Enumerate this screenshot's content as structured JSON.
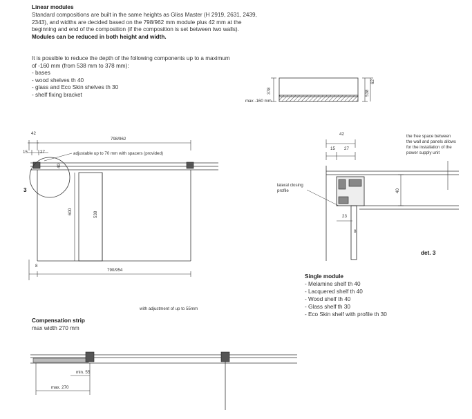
{
  "intro": {
    "heading": "Linear modules",
    "line1": "Standard compositions are built in the same heights as Gliss Master (H 2919, 2631, 2439,",
    "line2": "2343), and widths are decided based on the 798/962 mm module plus 42 mm at the",
    "line3": "beginning and end of the composition (if the composition is set between two walls).",
    "bold": "Modules can be reduced in both height and width.",
    "depth1": "It is possible to reduce the depth of the following components up to a maximum",
    "depth2": "of -160 mm (from 538 mm to 378 mm):",
    "items": [
      "- bases",
      "- wood shelves th 40",
      "- glass and Eco Skin shelves th 30",
      "- shelf fixing bracket"
    ]
  },
  "shelf_detail": {
    "dim_378": "378",
    "dim_538": "538",
    "dim_62": "62",
    "max_label": "max -160 mm"
  },
  "elevation": {
    "dim_42": "42",
    "dim_width": "798/962",
    "dim_15": "15",
    "dim_27": "27",
    "spacer_note": "adjustable up to 70 mm with spacers (provided)",
    "dim_40": "40",
    "callout": "3",
    "dim_600": "600",
    "dim_538": "538",
    "dim_8": "8",
    "dim_inner": "790/954"
  },
  "detail3": {
    "dim_42": "42",
    "dim_15": "15",
    "dim_27": "27",
    "free_space_note": [
      "the free space between",
      "the wall and panels allows",
      "for the installation of the",
      "power supply unit"
    ],
    "lateral": [
      "lateral closing",
      "profile"
    ],
    "dim_40": "40",
    "dim_23": "23",
    "dim_8": "8",
    "label": "det. 3"
  },
  "single_module": {
    "title": "Single module",
    "items": [
      "- Melamine shelf th 40",
      "- Lacquered shelf th 40",
      "- Wood shelf th 40",
      "- Glass shelf th 30",
      "- Eco Skin shelf with profile th 30"
    ]
  },
  "compensation": {
    "adjust_note": "with adjustment of up to 55mm",
    "title": "Compensation strip",
    "subtitle": "max width 270 mm",
    "min_label": "min. 55",
    "max_label": "max. 270"
  }
}
